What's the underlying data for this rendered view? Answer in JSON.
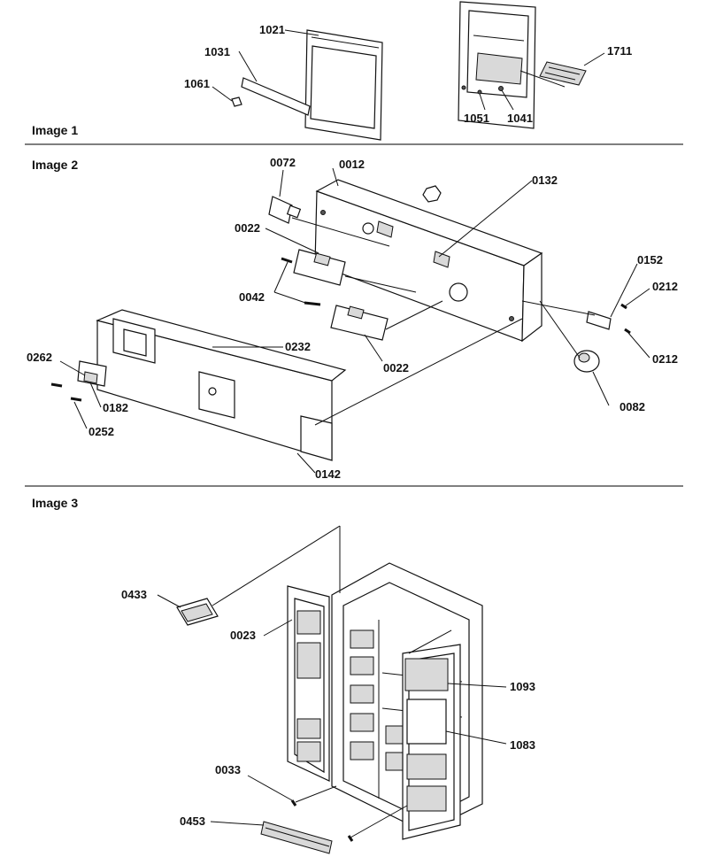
{
  "sections": [
    {
      "label": "Image 1"
    },
    {
      "label": "Image 2"
    },
    {
      "label": "Image 3"
    }
  ],
  "callouts": {
    "image1": [
      "1021",
      "1031",
      "1061",
      "1711",
      "1051",
      "1041"
    ],
    "image2": [
      "0072",
      "0012",
      "0132",
      "0022",
      "0042",
      "0152",
      "0212",
      "0212",
      "0262",
      "0232",
      "0022",
      "0182",
      "0252",
      "0082",
      "0142"
    ],
    "image3": [
      "0433",
      "0023",
      "1093",
      "1083",
      "0033",
      "0453"
    ]
  },
  "colors": {
    "ink": "#111111",
    "background": "#ffffff",
    "divider": "#333333"
  }
}
